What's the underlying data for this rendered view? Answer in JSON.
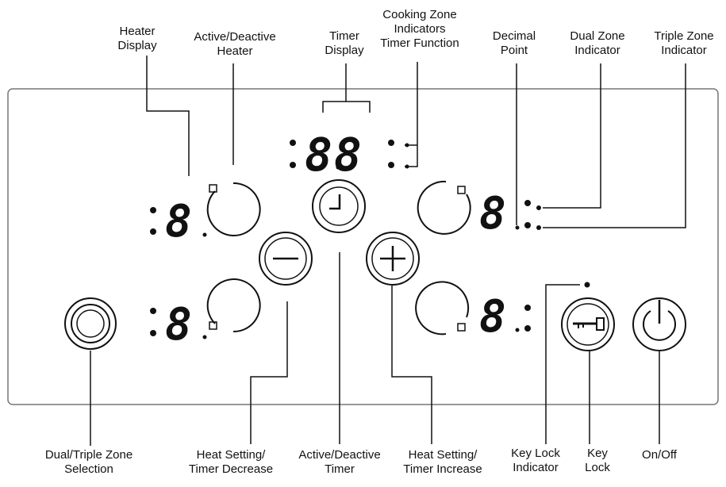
{
  "labels": {
    "heater_display": [
      "Heater",
      "Display"
    ],
    "active_deactive_heater": [
      "Active/Deactive",
      "Heater"
    ],
    "timer_display": [
      "Timer",
      "Display"
    ],
    "cooking_zone_indicators": [
      "Cooking Zone",
      "Indicators",
      "Timer Function"
    ],
    "decimal_point": [
      "Decimal",
      "Point"
    ],
    "dual_zone_indicator": [
      "Dual Zone",
      "Indicator"
    ],
    "triple_zone_indicator": [
      "Triple Zone",
      "Indicator"
    ],
    "dual_triple_zone_selection": [
      "Dual/Triple Zone",
      "Selection"
    ],
    "heat_setting_timer_decrease": [
      "Heat Setting/",
      "Timer Decrease"
    ],
    "active_deactive_timer": [
      "Active/Deactive",
      "Timer"
    ],
    "heat_setting_timer_increase": [
      "Heat Setting/",
      "Timer Increase"
    ],
    "key_lock_indicator": [
      "Key Lock",
      "Indicator"
    ],
    "key_lock": [
      "Key",
      "Lock"
    ],
    "on_off": [
      "On/Off"
    ]
  },
  "displays": {
    "timer": "88",
    "heater_left_top": "8",
    "heater_left_bottom": "8",
    "heater_right_top": "8",
    "heater_right_bottom": "8"
  },
  "controls": {
    "minus_symbol": "−",
    "plus_symbol": "+"
  },
  "colors": {
    "line": "#111111",
    "panel_border": "#777777"
  }
}
